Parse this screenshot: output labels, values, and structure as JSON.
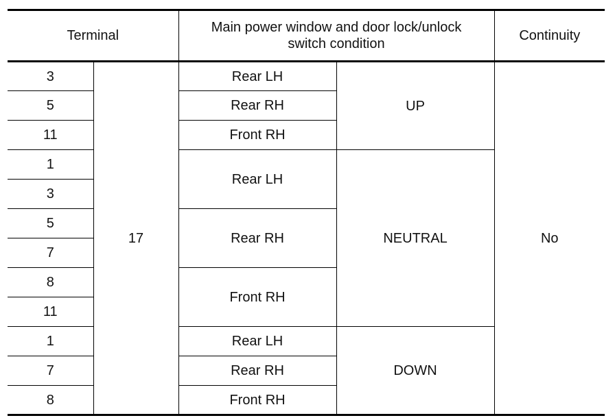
{
  "header": {
    "terminal": "Terminal",
    "condition_line1": "Main power window and door lock/unlock",
    "condition_line2": "switch condition",
    "continuity": "Continuity"
  },
  "common_terminal": "17",
  "continuity_value": "No",
  "terminals": [
    "3",
    "5",
    "11",
    "1",
    "3",
    "5",
    "7",
    "8",
    "11",
    "1",
    "7",
    "8"
  ],
  "switches": {
    "up_rear_lh": "Rear LH",
    "up_rear_rh": "Rear RH",
    "up_front_rh": "Front RH",
    "neutral_rear_lh": "Rear LH",
    "neutral_rear_rh": "Rear RH",
    "neutral_front_rh": "Front RH",
    "down_rear_lh": "Rear LH",
    "down_rear_rh": "Rear RH",
    "down_front_rh": "Front RH"
  },
  "conditions": {
    "up": "UP",
    "neutral": "NEUTRAL",
    "down": "DOWN"
  }
}
